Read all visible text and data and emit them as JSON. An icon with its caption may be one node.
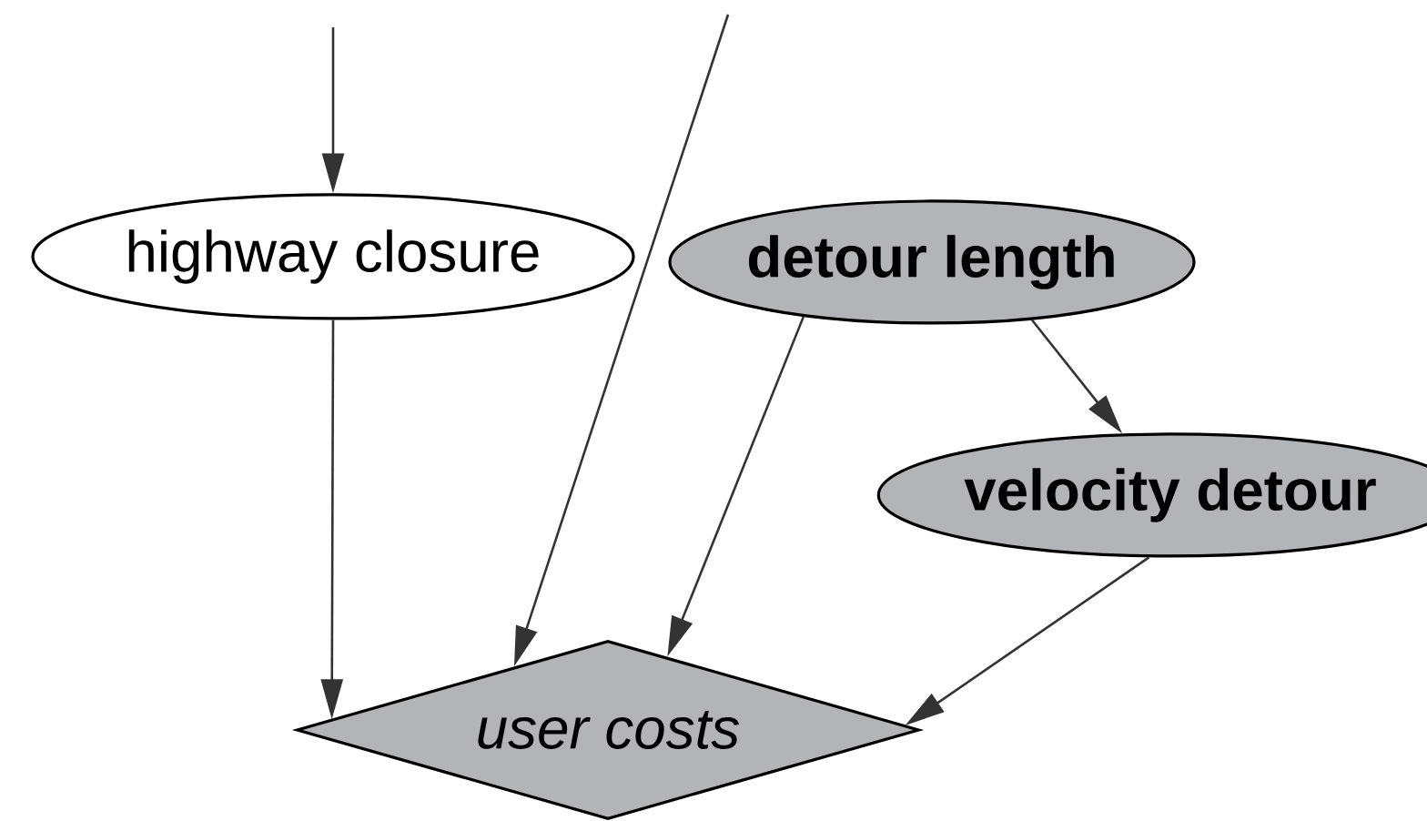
{
  "diagram": {
    "nodes": [
      {
        "text": [
          "highway closure"
        ]
      },
      {
        "text": [
          "detour length"
        ]
      },
      {
        "text": [
          "velocity detour"
        ]
      },
      {
        "text": [
          "user costs"
        ]
      }
    ],
    "edges": [
      {
        "from": null,
        "to": 0,
        "arrow": "to"
      },
      {
        "from": null,
        "to": 3,
        "arrow": "to"
      },
      {
        "from": 0,
        "to": 3,
        "arrow": "to"
      },
      {
        "from": 1,
        "to": 3,
        "arrow": "to"
      },
      {
        "from": 1,
        "to": 2,
        "arrow": "to"
      },
      {
        "from": 2,
        "to": 3,
        "arrow": "to"
      }
    ]
  }
}
